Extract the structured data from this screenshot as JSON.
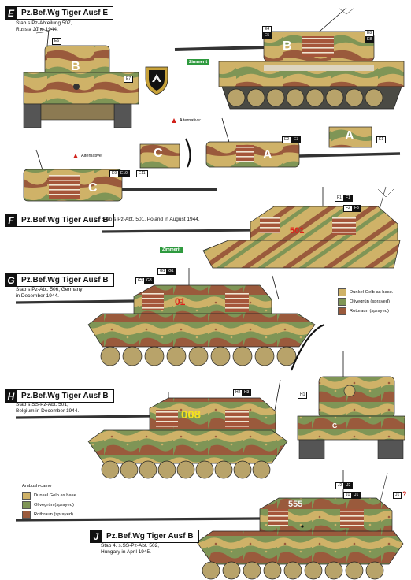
{
  "colors": {
    "dunkelgelb": "#cfb268",
    "olivgrun": "#7f9556",
    "rotbraun": "#9a5a3c",
    "zimmerit_green": "#2e9a3e",
    "ink": "#111111",
    "alt_red": "#d1221b"
  },
  "sections": {
    "E": {
      "letter": "E",
      "title": "Pz.Bef.Wg Tiger Ausf E",
      "subtitle": "Stab s.Pz-Abteilung 507,\nRussia June 1944.",
      "zimmerit": "Zimmerit",
      "tags": {
        "e4": "E4",
        "e5": "E5",
        "e6": "E6",
        "e7": "E7",
        "e8": "E8",
        "e9": "E9",
        "e10": "E10",
        "e11": "E11",
        "e3": "E3",
        "e2": "E2",
        "e1": "E1"
      },
      "markings": {
        "b": "B",
        "a": "A",
        "c": "C"
      },
      "alternative": "Alternative:"
    },
    "F": {
      "letter": "F",
      "title": "Pz.Bef.Wg Tiger Ausf B",
      "subtitle": "Stab s.Pz-Abt. 501, Poland in August 1944.",
      "zimmerit": "Zimmerit",
      "tags": {
        "f1": "F1",
        "f1b": "F1",
        "f2": "F2",
        "f3": "F3"
      },
      "number": "501"
    },
    "G": {
      "letter": "G",
      "title": "Pz.Bef.Wg Tiger Ausf B",
      "subtitle": "Stab s.Pz-Abt. 506, Germany\nin December 1944.",
      "tags": {
        "g1": "G1",
        "g1b": "G1",
        "g2": "G2",
        "g3": "G3"
      },
      "number": "01"
    },
    "H": {
      "letter": "H",
      "title": "Pz.Bef.Wg Tiger Ausf B",
      "subtitle": "Stab s.SS-Pz-Abt. 501,\nBelgium in December 1944.",
      "tags": {
        "h2": "H2",
        "h3": "H3",
        "h1": "H1"
      },
      "number": "008",
      "rear_mark": "G"
    },
    "J": {
      "letter": "J",
      "title": "Pz.Bef.Wg Tiger Ausf B",
      "subtitle": "Stab 4. s.SS-Pz-Abt. 502,\nHungary in April 1945.",
      "tags": {
        "j2": "J2",
        "j2b": "J2",
        "j1": "J1",
        "j1b": "J1",
        "j1c": "J1"
      },
      "number": "555",
      "question": "?"
    }
  },
  "legend_top": {
    "items": [
      "Dunkel Gelb as base.",
      "Olivegrün (sprayed)",
      "Rotbraun (sprayed)"
    ]
  },
  "legend_bottom": {
    "heading": "Ambush-camo",
    "items": [
      "Dunkel Gelb as base.",
      "Olivegrün (sprayed)",
      "Rotbraun (sprayed)"
    ]
  }
}
